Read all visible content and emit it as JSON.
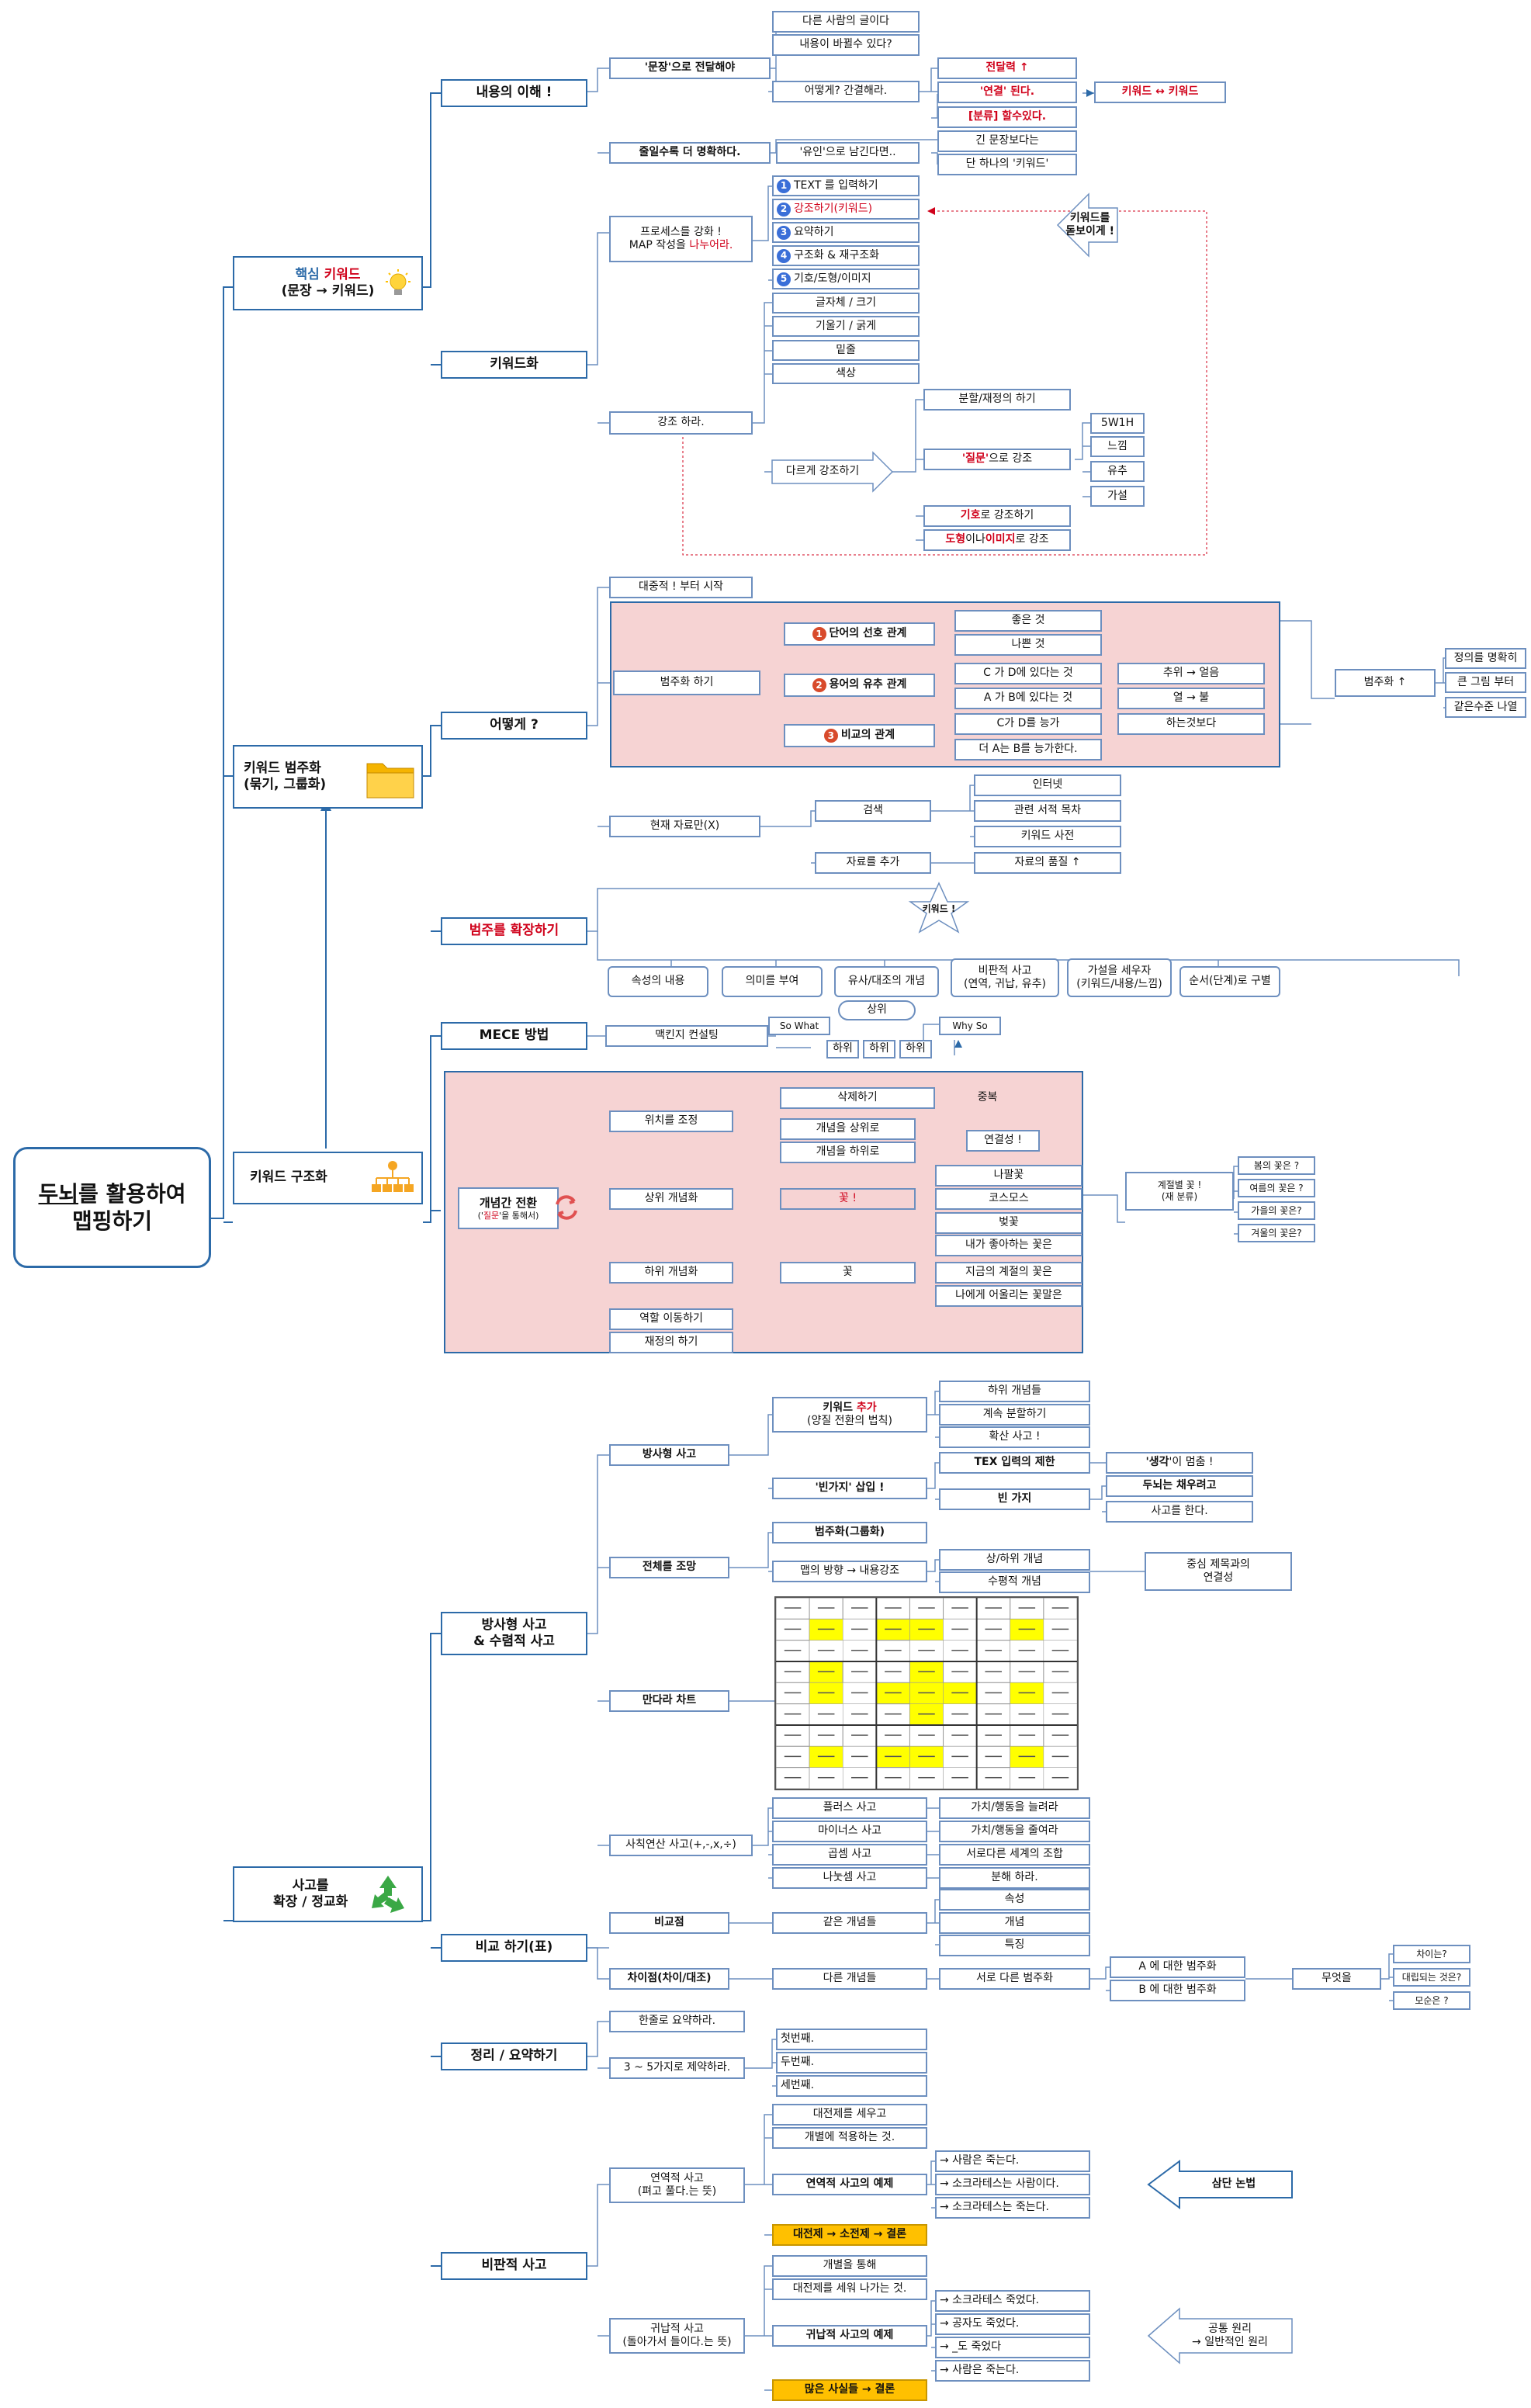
{
  "root": {
    "title_part1": "두뇌",
    "title_part2": "를 활용하여",
    "title_line2": "맵핑하기"
  },
  "branches": {
    "keyword": {
      "label_a": "핵심 ",
      "label_b": "키워드",
      "label_line2": "(문장 → 키워드)",
      "icon": "lightbulb-icon"
    },
    "categorize": {
      "label": "키워드 범주화\n(묶기, 그룹화)",
      "icon": "folder-icon"
    },
    "structure": {
      "label": "키워드 구조화",
      "icon": "org-chart-icon"
    },
    "expand": {
      "label": "사고를\n확장 / 정교화",
      "icon": "recycle-icon"
    }
  },
  "sec1": {
    "understand": "내용의 이해 !",
    "sentence": "'문장'으로 전달해야",
    "others": "다른 사람의 글이다",
    "changed": "내용이 바뀔수 있다?",
    "how_brief": "어떻게? 간결해라.",
    "power": "전달력 ↑",
    "connect": "'연결' 된다.",
    "kw_kw": "키워드 ↔ 키워드",
    "classify": "[분류] 할수있다.",
    "shorter": "줄일수록 더 명확하다.",
    "leave_hint": "'유인'으로 남긴다면..",
    "long_sentence": "긴 문장보다는",
    "single_kw": "단 하나의 '키워드'",
    "keywordize": "키워드화",
    "process_a": "프로세스를 강화 !",
    "process_b": "MAP 작성을 ",
    "process_c": "나누어라.",
    "steps": [
      "TEXT 를 입력하기",
      "강조하기(키워드)",
      "요약하기",
      "구조화 & 재구조화",
      "기호/도형/이미지"
    ],
    "step_nums": [
      "1",
      "2",
      "3",
      "4",
      "5"
    ],
    "make_stand_out": "키워드를\n돋보이게 !",
    "emphasize": "강조 하라.",
    "font": "글자체 / 크기",
    "italic": "기울기 / 굵게",
    "underline": "밑줄",
    "color": "색상",
    "diff_emph": "다르게 강조하기",
    "split": "분할/재정의 하기",
    "question_a": "'질문'",
    "question_b": " 으로 강조",
    "w5": "5W1H",
    "feel": "느낌",
    "infer": "유추",
    "hypo": "가설",
    "symbol_a": "기호",
    "symbol_b": "로 강조하기",
    "shape_a": "도형",
    "shape_b": "이나 ",
    "shape_c": "이미지",
    "shape_d": "로 강조"
  },
  "sec2": {
    "public": "대중적 ! 부터 시작",
    "how": "어떻게 ?",
    "cat_do": "범주화 하기",
    "pref": "단어의 선호 관계",
    "good": "좋은 것",
    "bad": "나쁜 것",
    "similar": "용어의 유추 관계",
    "c_in_d": "C 가 D에 있다는 것",
    "cold_ice": "추위 → 얼음",
    "a_in_b": "A 가 B에 있다는 것",
    "heat_fire": "열 → 불",
    "compare": "비교의 관계",
    "c_over_d": "C가 D를 능가",
    "better": "하는것보다",
    "a_over_b": "더 A는 B를 능가한다.",
    "cat_up": "범주화 ↑",
    "define": "정의를 명확히",
    "bigpic": "큰 그림 부터",
    "same_level": "같은수준 나열",
    "current": "현재 자료만(X)",
    "search": "검색",
    "internet": "인터넷",
    "book": "관련 서적 목차",
    "dict": "키워드 사전",
    "add_data": "자료를 추가",
    "quality": "자료의 품질 ↑",
    "expand_cat": "범주를 확장하기",
    "keyword_star": "키워드 !",
    "attrs": [
      "속성의 내용",
      "의미를 부여",
      "유사/대조의 개념",
      "비판적 사고\n(연역, 귀납, 유추)",
      "가설을 세우자\n(키워드/내용/느낌)",
      "순서(단계)로 구별"
    ]
  },
  "sec3": {
    "mece": "MECE 방법",
    "mckinsey": "맥킨지 컨설팅",
    "so_what": "So What",
    "why_so": "Why So",
    "upper": "상위",
    "lower": "하위",
    "concept_switch": "개념간 전환",
    "concept_sub_a": "('",
    "concept_sub_b": "질문",
    "concept_sub_c": "'을 통해서)",
    "position": "위치를 조정",
    "delete": "삭제하기",
    "dup": "중복",
    "to_upper": "개념을 상위로",
    "to_lower": "개념을 하위로",
    "connectivity": "연결성 !",
    "upper_concept": "상위 개념화",
    "flower_q": "꽃 !",
    "trumpet": "나팔꽃",
    "cosmos": "코스모스",
    "cherry": "벚꽃",
    "lower_concept": "하위 개념화",
    "flower": "꽃",
    "like": "내가 좋아하는 꽃은",
    "season_now": "지금의 계절의 꽃은",
    "suits": "나에게 어울리는 꽃말은",
    "role_move": "역할 이동하기",
    "redefine": "재정의 하기",
    "season": "계절별 꽃 !\n(재 분류)",
    "spring": "봄의 꽃은 ?",
    "summer": "여름의 꽃은 ?",
    "autumn": "가을의 꽃은?",
    "winter": "겨울의 꽃은?"
  },
  "sec4": {
    "rad_conv": "방사형 사고\n& 수렴적 사고",
    "radial": "방사형 사고",
    "kw_add_a": "키워드 ",
    "kw_add_b": "추가",
    "kw_add_c": "(양질 전환의 법칙)",
    "sub_concepts": "하위 개념들",
    "keep_split": "계속 분할하기",
    "diverge": "확산 사고 !",
    "tex_limit": "TEX 입력의 제한",
    "think_a": "'생각",
    "think_b": "'이 멈춤 !",
    "blank_insert": "'빈가지' 삽입 !",
    "blank_branch": "빈 가지",
    "brain_fill": "두뇌는 채우려고",
    "brain_think": "사고를 한다.",
    "adjust_all": "전체를 조망",
    "cat_group": "범주화(그룹화)",
    "map_dir": "맵의 방향 → 내용강조",
    "up_down": "상/하위 개념",
    "horizontal": "수평적 개념",
    "center_link": "중심 제목과의\n연결성",
    "mandala": "만다라 차트",
    "four_ops": "사칙연산 사고(+,-,x,÷)",
    "plus": "플러스 사고",
    "plus_d": "가치/행동을 늘려라",
    "minus": "마이너스 사고",
    "minus_d": "가치/행동을 줄여라",
    "mult": "곱셈 사고",
    "mult_d": "서로다른 세계의 조합",
    "div": "나눗셈 사고",
    "div_d": "분해 하라.",
    "compare_table": "비교 하기(표)",
    "commonality": "비교점",
    "same_concepts": "같은 개념들",
    "attribute": "속성",
    "concept": "개념",
    "feature": "특징",
    "difference": "차이점(차이/대조)",
    "diff_concepts": "다른 개념들",
    "diff_cats": "서로 다른 범주화",
    "about_a": "A 에 대한 범주화",
    "about_b": "B 에 대한 범주화",
    "what": "무엇을",
    "diff_q": "차이는?",
    "contrast_q": "대립되는 것은?",
    "modern_q": "모순은 ?",
    "summary": "정리 / 요약하기",
    "one_line": "한줄로 요약하라.",
    "three_five": "3 ~ 5가지로 제약하라.",
    "first": "첫번째.",
    "second": "두번째.",
    "third": "세번째.",
    "critical": "비판적 사고",
    "deductive": "연역적 사고\n(펴고 풀다.는 뜻)",
    "premise": "대전제를 세우고",
    "apply": "개별에 적용하는 것.",
    "ded_example": "연역적 사고의 예제",
    "d1": "→ 사람은 죽는다.",
    "d2": "→ 소크라테스는 사람이다.",
    "d3": "→ 소크라테스는 죽는다.",
    "syllogism": "삼단 논법",
    "ded_flow": "대전제 → 소전제 → 결론",
    "inductive": "귀납적 사고\n(돌아가서 들이다.는 뜻)",
    "through": "개별을 통해",
    "build": "대전제를 세워 나가는 것.",
    "ind_example": "귀납적 사고의 예제",
    "i1": "→ 소크라테스 죽었다.",
    "i2": "→ 공자도 죽었다.",
    "i3": "→ _도 죽었다",
    "i4": "→ 사람은 죽는다.",
    "common_rule": "공통 원리\n→ 일반적인 원리",
    "ind_flow": "많은 사실들 → 결론"
  },
  "colors": {
    "line": "#2c6aa8",
    "border": "#6d8fbf",
    "red": "#d0021b",
    "zone": "#f6d3d3",
    "highlight": "#ffc000",
    "mandala_yellow": "#ffff00"
  }
}
